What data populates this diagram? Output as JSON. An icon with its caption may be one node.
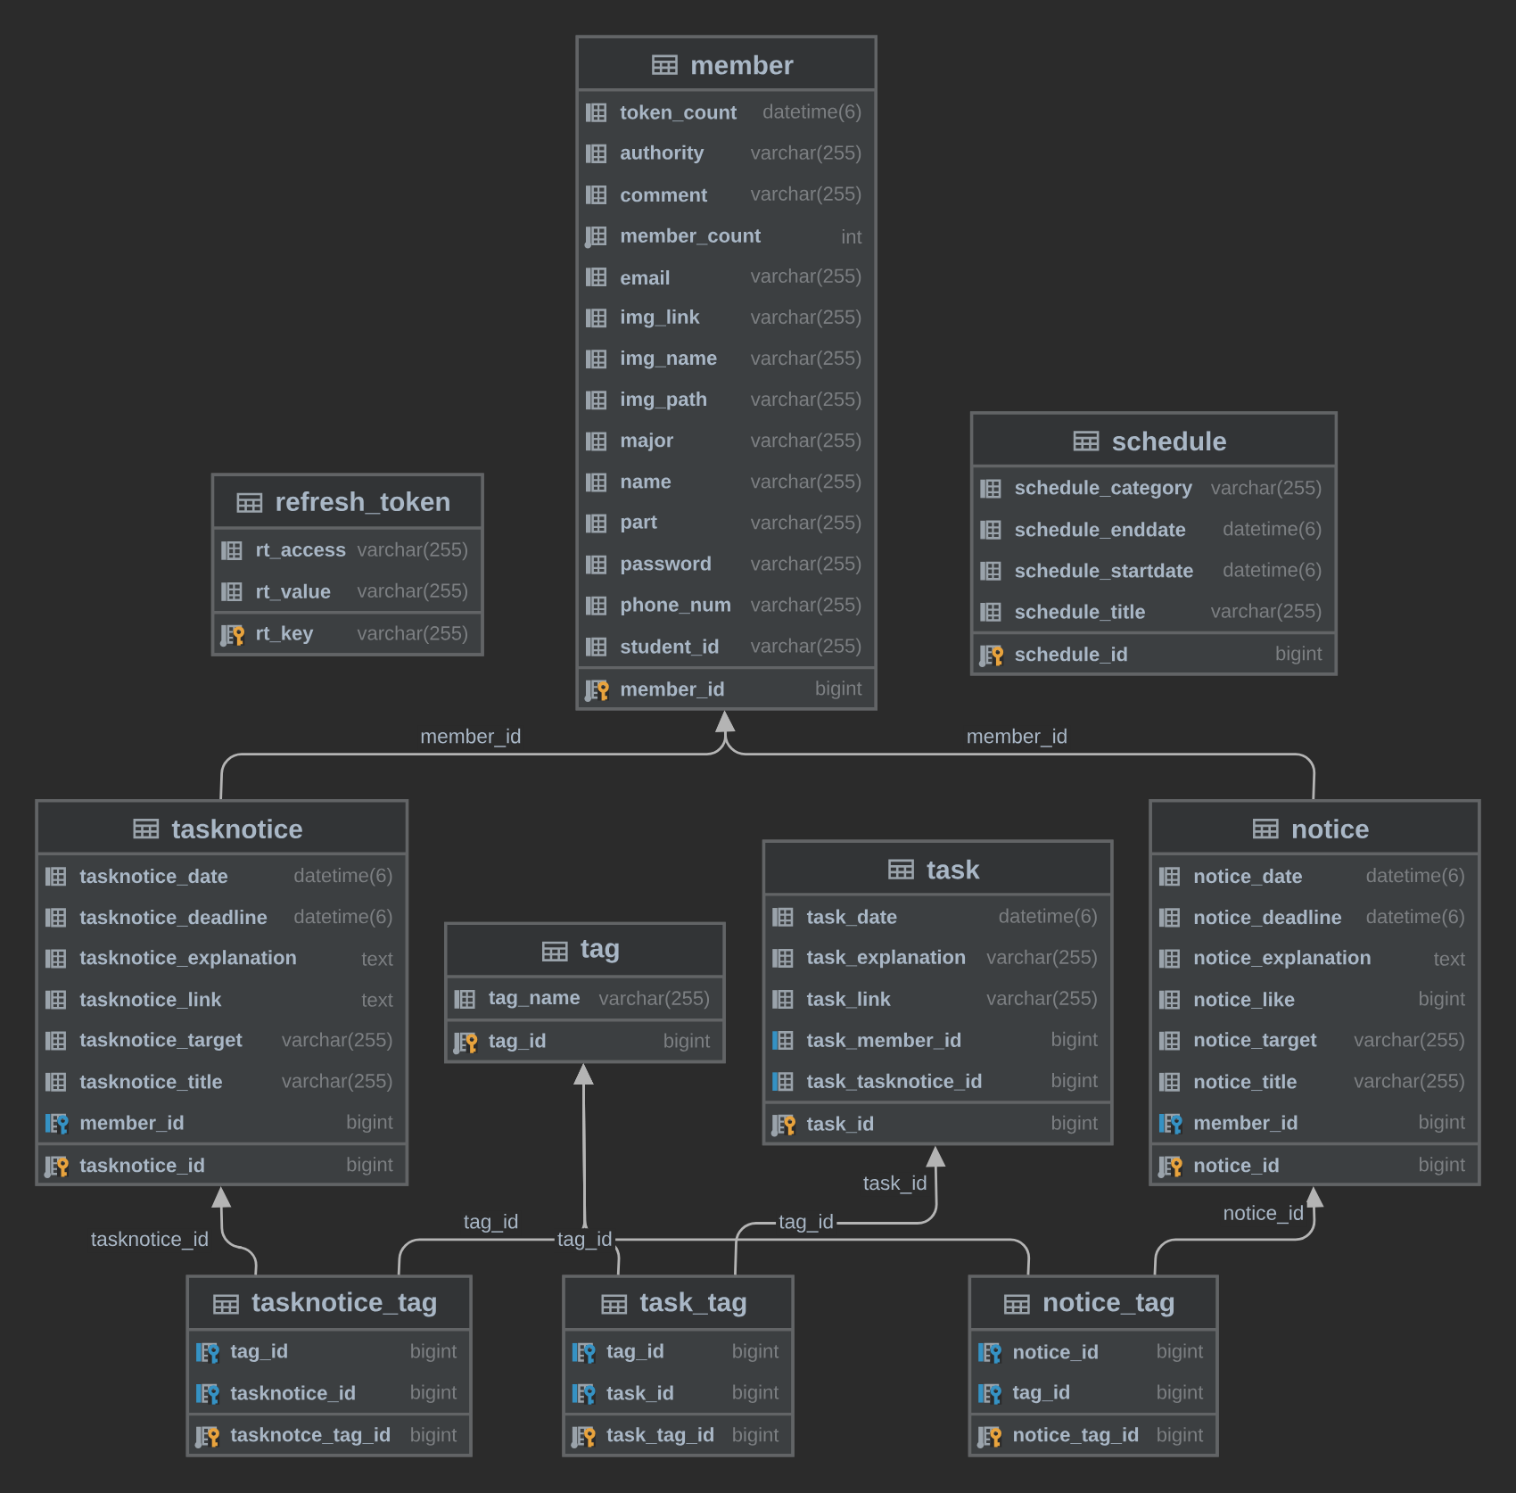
{
  "diagram": {
    "nodes": [
      {
        "text": [
          "member",
          "token_count",
          "datetime(6)",
          "authority",
          "varchar(255)",
          "comment",
          "varchar(255)",
          "member_count",
          "int",
          "email",
          "varchar(255)",
          "img_link",
          "varchar(255)",
          "img_name",
          "varchar(255)",
          "img_path",
          "varchar(255)",
          "major",
          "varchar(255)",
          "name",
          "varchar(255)",
          "part",
          "varchar(255)",
          "password",
          "varchar(255)",
          "phone_num",
          "varchar(255)",
          "student_id",
          "varchar(255)",
          "member_id",
          "bigint"
        ]
      },
      {
        "text": [
          "refresh_token",
          "rt_access",
          "varchar(255)",
          "rt_value",
          "varchar(255)",
          "rt_key",
          "varchar(255)"
        ]
      },
      {
        "text": [
          "schedule",
          "schedule_category",
          "varchar(255)",
          "schedule_enddate",
          "datetime(6)",
          "schedule_startdate",
          "datetime(6)",
          "schedule_title",
          "varchar(255)",
          "schedule_id",
          "bigint"
        ]
      },
      {
        "text": [
          "tasknotice",
          "tasknotice_date",
          "datetime(6)",
          "tasknotice_deadline",
          "datetime(6)",
          "tasknotice_explanation",
          "text",
          "tasknotice_link",
          "text",
          "tasknotice_target",
          "varchar(255)",
          "tasknotice_title",
          "varchar(255)",
          "member_id",
          "bigint",
          "tasknotice_id",
          "bigint"
        ]
      },
      {
        "text": [
          "tag",
          "tag_name",
          "varchar(255)",
          "tag_id",
          "bigint"
        ]
      },
      {
        "text": [
          "task",
          "task_date",
          "datetime(6)",
          "task_explanation",
          "varchar(255)",
          "task_link",
          "varchar(255)",
          "task_member_id",
          "bigint",
          "task_tasknotice_id",
          "bigint",
          "task_id",
          "bigint"
        ]
      },
      {
        "text": [
          "notice",
          "notice_date",
          "datetime(6)",
          "notice_deadline",
          "datetime(6)",
          "notice_explanation",
          "text",
          "notice_like",
          "bigint",
          "notice_target",
          "varchar(255)",
          "notice_title",
          "varchar(255)",
          "member_id",
          "bigint",
          "notice_id",
          "bigint"
        ]
      },
      {
        "text": [
          "tasknotice_tag",
          "tag_id",
          "bigint",
          "tasknotice_id",
          "bigint",
          "tasknotce_tag_id",
          "bigint"
        ]
      },
      {
        "text": [
          "task_tag",
          "tag_id",
          "bigint",
          "task_id",
          "bigint",
          "task_tag_id",
          "bigint"
        ]
      },
      {
        "text": [
          "notice_tag",
          "notice_id",
          "bigint",
          "tag_id",
          "bigint",
          "notice_tag_id",
          "bigint"
        ]
      }
    ],
    "edges": [
      {
        "from": 3,
        "to": 0,
        "arrow": "to",
        "label": "member_id"
      },
      {
        "from": 6,
        "to": 0,
        "arrow": "to",
        "label": "member_id"
      },
      {
        "from": 7,
        "to": 3,
        "arrow": "to",
        "label": "tasknotice_id"
      },
      {
        "from": 7,
        "to": 4,
        "arrow": "to",
        "label": "tag_id"
      },
      {
        "from": 8,
        "to": 4,
        "arrow": "to",
        "label": "tag_id"
      },
      {
        "from": 8,
        "to": 5,
        "arrow": "to",
        "label": "task_id"
      },
      {
        "from": 9,
        "to": 4,
        "arrow": "to",
        "label": "tag_id"
      },
      {
        "from": 9,
        "to": 6,
        "arrow": "to",
        "label": "notice_id"
      }
    ]
  }
}
